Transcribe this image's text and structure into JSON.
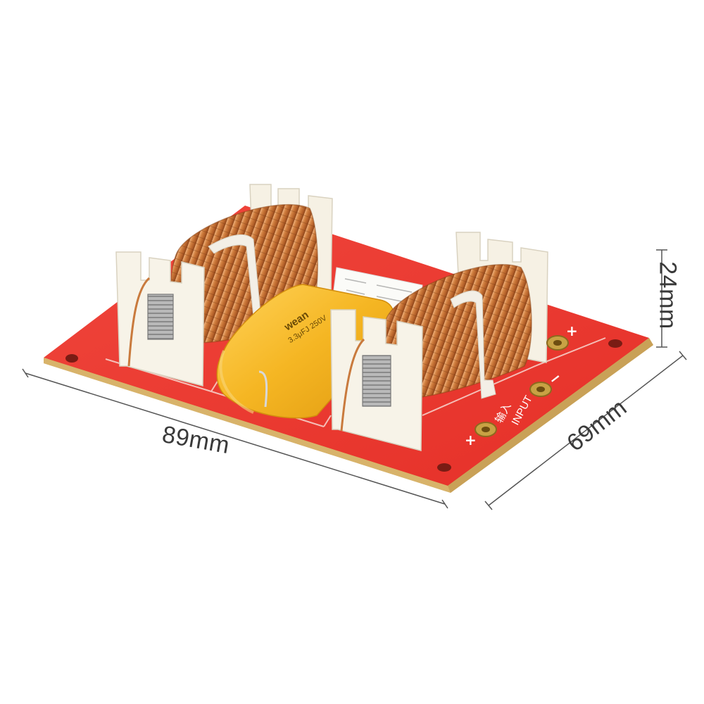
{
  "dimensions": {
    "width": "89mm",
    "depth": "69mm",
    "height": "24mm"
  },
  "capacitor": {
    "brand": "wean",
    "rating": "3.3μFJ 250V"
  },
  "board": {
    "input_cn": "输入",
    "input_en": "INPUT",
    "plus": "+",
    "minus": "−"
  },
  "colors": {
    "pcb": "#ee3b33",
    "pcb_edge": "#d9b66a",
    "copper": "#c8763c",
    "bobbin": "#f4efe2",
    "capacitor": "#f4b623",
    "terminal": "#c8a244"
  }
}
